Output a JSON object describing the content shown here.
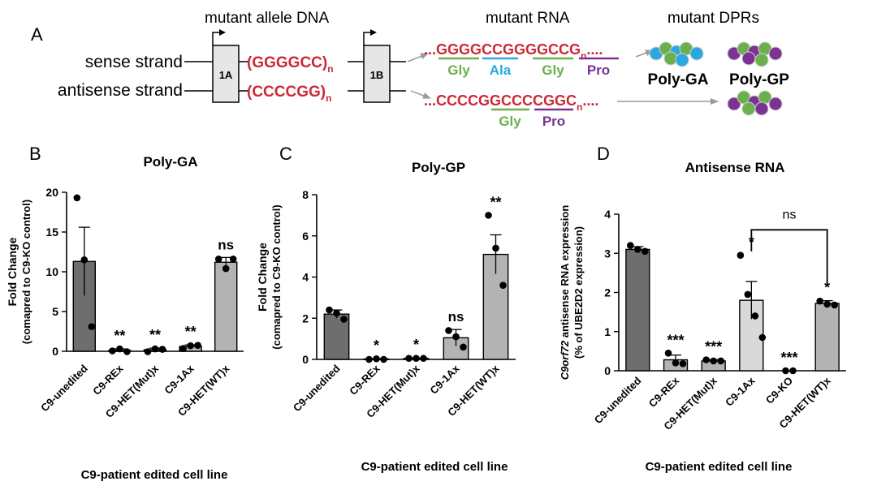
{
  "colors": {
    "red": "#cc2936",
    "gly": "#6ab04c",
    "ala": "#29a9e0",
    "pro": "#7b3294",
    "box": "#e6e6e6",
    "arrow": "#999999",
    "dark_bar": "#6e6e6e",
    "mid_bar": "#b3b3b3",
    "light_bar": "#d9d9d9"
  },
  "schematic": {
    "panel_letter": "A",
    "header_dna": "mutant allele DNA",
    "header_rna": "mutant RNA",
    "header_dpr": "mutant DPRs",
    "sense_label": "sense strand",
    "antisense_label": "antisense strand",
    "exon1": "1A",
    "exon2": "1B",
    "sense_repeat": "(GGGGCC)",
    "antisense_repeat": "(CCCCGG)",
    "sub_n": "n",
    "sense_rna": "GGGGCCGGGGCCG",
    "antisense_rna": "CCCCGGCCCCGGC",
    "sense_codons": [
      "Gly",
      "Ala",
      "Gly",
      "Pro"
    ],
    "antisense_codons": [
      "Gly",
      "Pro"
    ],
    "poly_ga": "Poly-GA",
    "poly_gp": "Poly-GP"
  },
  "chart_data": [
    {
      "panel": "B",
      "type": "bar",
      "title": "Poly-GA",
      "ylabel": "Fold Change",
      "ylabel2": "(comapred to C9-KO control)",
      "xlabel": "C9-patient edited cell line",
      "ylim": [
        0,
        20
      ],
      "yticks": [
        0,
        5,
        10,
        15,
        20
      ],
      "categories": [
        "C9-unedited",
        "C9-REx",
        "C9-HET(Mut)x",
        "C9-1Ax",
        "C9-HET(WT)x"
      ],
      "values": [
        11.3,
        0.1,
        0.2,
        0.6,
        11.2
      ],
      "errors": [
        4.3,
        0.2,
        0.2,
        0.2,
        0.6
      ],
      "points": [
        [
          19.3,
          11.5,
          3.1
        ],
        [
          0.05,
          0.3,
          -0.05
        ],
        [
          -0.05,
          0.3,
          0.25
        ],
        [
          0.35,
          0.7,
          0.75
        ],
        [
          11.6,
          10.4,
          11.6
        ]
      ],
      "bar_styles": [
        "dark",
        "mid",
        "mid",
        "mid",
        "mid"
      ],
      "annotations": [
        "",
        "**",
        "**",
        "**",
        "ns"
      ]
    },
    {
      "panel": "C",
      "type": "bar",
      "title": "Poly-GP",
      "ylabel": "Fold Change",
      "ylabel2": "(comapred to C9-KO control)",
      "xlabel": "C9-patient edited cell line",
      "ylim": [
        0,
        8
      ],
      "yticks": [
        0,
        2,
        4,
        6,
        8
      ],
      "categories": [
        "C9-unedited",
        "C9-REx",
        "C9-HET(Mut)x",
        "C9-1Ax",
        "C9-HET(WT)x"
      ],
      "values": [
        2.2,
        0.02,
        0.05,
        1.05,
        5.1
      ],
      "errors": [
        0.2,
        0.02,
        0.02,
        0.4,
        0.95
      ],
      "points": [
        [
          2.4,
          2.25,
          1.95
        ],
        [
          0.0,
          0.03,
          0.0
        ],
        [
          0.05,
          0.05,
          0.05
        ],
        [
          1.4,
          1.1,
          0.6
        ],
        [
          7.0,
          5.4,
          3.6
        ]
      ],
      "bar_styles": [
        "dark",
        "mid",
        "mid",
        "mid",
        "mid"
      ],
      "annotations": [
        "",
        "*",
        "*",
        "ns",
        "**"
      ]
    },
    {
      "panel": "D",
      "type": "bar",
      "title": "Antisense RNA",
      "ylabel_italic": "C9orf72",
      "ylabel": " antisense RNA expression",
      "ylabel2": "(% of UBE2D2 expression)",
      "xlabel": "C9-patient edited cell line",
      "ylim": [
        0,
        4
      ],
      "yticks": [
        0,
        1,
        2,
        3,
        4
      ],
      "categories": [
        "C9-unedited",
        "C9-REx",
        "C9-HET(Mut)x",
        "C9-1Ax",
        "C9-KO",
        "C9-HET(WT)x"
      ],
      "values": [
        3.1,
        0.28,
        0.25,
        1.8,
        0.0,
        1.72
      ],
      "errors": [
        0.07,
        0.12,
        0.03,
        0.48,
        0.0,
        0.07
      ],
      "points": [
        [
          3.2,
          3.1,
          3.05
        ],
        [
          0.45,
          0.2,
          0.18
        ],
        [
          0.28,
          0.25,
          0.25
        ],
        [
          2.95,
          1.95,
          1.4,
          0.85
        ],
        [
          0.0,
          0.0
        ],
        [
          1.78,
          1.7,
          1.68
        ]
      ],
      "bar_styles": [
        "dark",
        "mid",
        "mid",
        "light",
        "none",
        "mid"
      ],
      "annotations": [
        "",
        "***",
        "***",
        "*",
        "***",
        "*"
      ],
      "bracket": {
        "from": 3,
        "to": 5,
        "label": "ns"
      }
    }
  ]
}
